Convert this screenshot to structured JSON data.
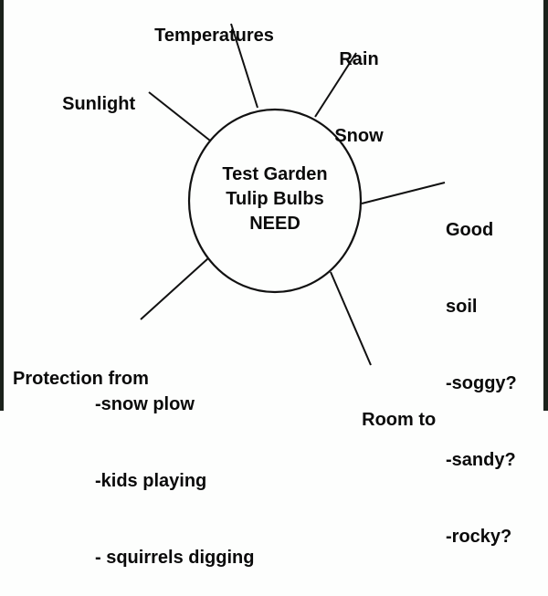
{
  "diagram": {
    "type": "concept-web",
    "center": {
      "lines": [
        "Test Garden",
        "Tulip Bulbs",
        "NEED"
      ]
    },
    "nodes": {
      "temperatures": {
        "lines": [
          "Temperatures"
        ]
      },
      "rain_snow": {
        "lines": [
          "Rain",
          "Snow"
        ]
      },
      "sunlight": {
        "lines": [
          "Sunlight"
        ]
      },
      "good_soil": {
        "lines": [
          "Good",
          "soil",
          "-soggy?",
          "-sandy?",
          "-rocky?"
        ]
      },
      "protection": {
        "heading": "Protection from",
        "items": [
          "-snow plow",
          "-kids playing",
          "- squirrels digging"
        ]
      },
      "room_to": {
        "lines": [
          "Room to"
        ]
      }
    },
    "colors": {
      "background": "#fdfefd",
      "ink": "#0a0a0a",
      "frame": "#1b221b"
    }
  }
}
